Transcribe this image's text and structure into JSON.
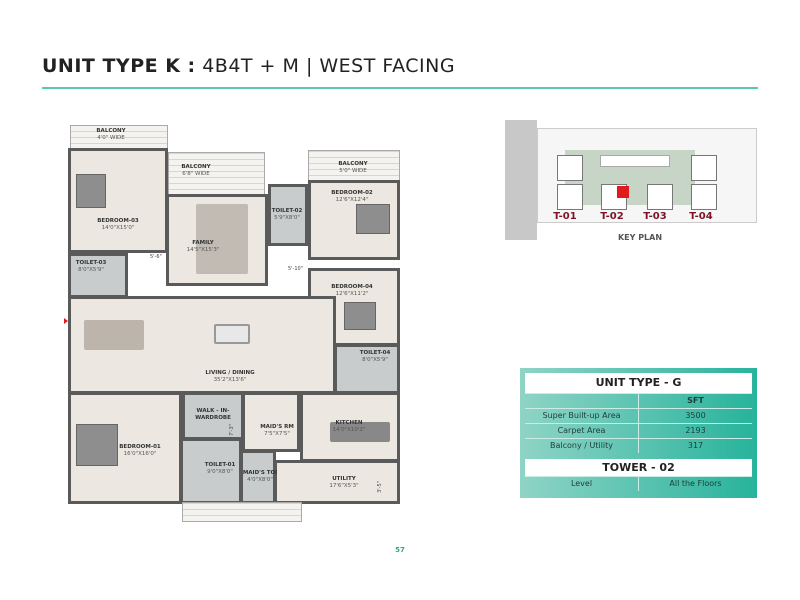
{
  "header": {
    "title_bold": "UNIT TYPE K :",
    "title_rest": "4B4T + M | WEST FACING"
  },
  "floor_plan": {
    "rooms": [
      {
        "name": "BALCONY",
        "size": "4'0\" WIDE"
      },
      {
        "name": "BALCONY",
        "size": "6'8\" WIDE"
      },
      {
        "name": "BALCONY",
        "size": "5'0\" WIDE"
      },
      {
        "name": "BEDROOM-03",
        "size": "14'0\"X15'0\""
      },
      {
        "name": "FAMILY",
        "size": "14'5\"X15'3\""
      },
      {
        "name": "TOILET-02",
        "size": "5'9\"X8'0\""
      },
      {
        "name": "BEDROOM-02",
        "size": "12'6\"X12'4\""
      },
      {
        "name": "TOILET-03",
        "size": "8'0\"X5'9\""
      },
      {
        "name": "BEDROOM-04",
        "size": "12'6\"X11'2\""
      },
      {
        "name": "LIVING / DINING",
        "size": "35'2\"X13'6\""
      },
      {
        "name": "TOILET-04",
        "size": "8'0\"X5'9\""
      },
      {
        "name": "WALK - IN- WARDROBE",
        "size": ""
      },
      {
        "name": "MAID'S RM",
        "size": "7'5\"X7'5\""
      },
      {
        "name": "KITCHEN",
        "size": "14'0\"X10'2\""
      },
      {
        "name": "BEDROOM-01",
        "size": "16'0\"X16'0\""
      },
      {
        "name": "TOILET-01",
        "size": "9'0\"X8'0\""
      },
      {
        "name": "MAID'S TOI",
        "size": "4'0\"X8'0\""
      },
      {
        "name": "UTILITY",
        "size": "17'6\"X5'3\""
      }
    ],
    "dimensions": [
      "5'-6\"",
      "5'-10\"",
      "7'-3\"",
      "3'-5\""
    ]
  },
  "key_plan": {
    "towers": [
      "T-01",
      "T-02",
      "T-03",
      "T-04"
    ],
    "label": "KEY PLAN",
    "highlight_color": "#e11b1b",
    "selected_tower": "T-02"
  },
  "unit_card": {
    "title": "UNIT TYPE - G",
    "unit_header": "SFT",
    "rows": [
      {
        "label": "Super Built-up Area",
        "value": "3500"
      },
      {
        "label": "Carpet Area",
        "value": "2193"
      },
      {
        "label": "Balcony / Utility",
        "value": "317"
      }
    ],
    "tower_title": "TOWER - 02",
    "level_label": "Level",
    "level_value": "All the Floors"
  },
  "page_number": "57",
  "colors": {
    "accent": "#5cc7b4",
    "card_dark": "#27b39c",
    "tower_label": "#7a1428"
  }
}
